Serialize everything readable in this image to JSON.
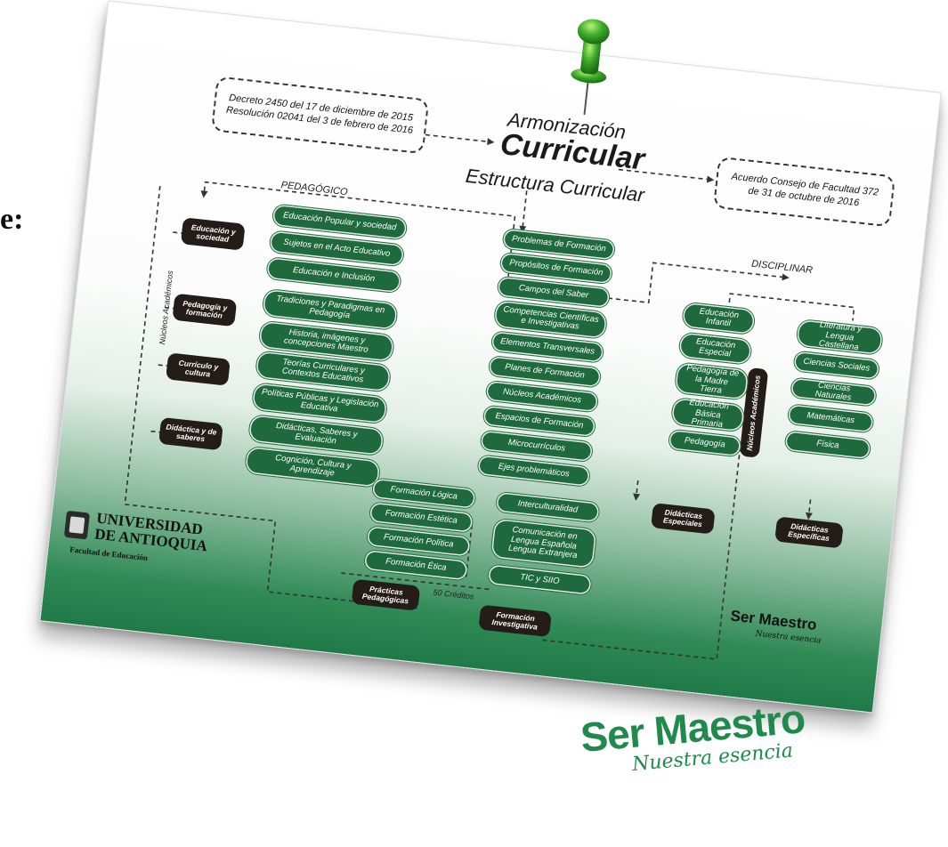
{
  "left_fragment": "e:",
  "header": {
    "decree_line1": "Decreto 2450 del 17 de diciembre de 2015",
    "decree_line2": "Resolución 02041 del 3 de febrero de 2016",
    "title_line1": "Armonización",
    "title_line2": "Curricular",
    "subtitle": "Estructura Curricular",
    "agreement_line1": "Acuerdo Consejo de Facultad 372",
    "agreement_line2": "de 31 de octubre de 2016"
  },
  "pedagogico": {
    "label": "PEDAGÓGICO",
    "side_label": "Núcleos Académicos",
    "groups": [
      {
        "label": "Educación y sociedad",
        "items": [
          "Educación Popular y sociedad",
          "Sujetos en el Acto Educativo",
          "Educación e Inclusión"
        ]
      },
      {
        "label": "Pedagogía y formación",
        "items": [
          "Tradiciones y Paradigmas en Pedagogía",
          "Historia, imágenes y concepciones Maestro"
        ]
      },
      {
        "label": "Currículo y cultura",
        "items": [
          "Teorías Curriculares y Contextos Educativos",
          "Políticas Públicas y Legislación Educativa"
        ]
      },
      {
        "label": "Didáctica y de saberes",
        "items": [
          "Didácticas, Saberes y Evaluación",
          "Cognición, Cultura y Aprendizaje"
        ]
      }
    ]
  },
  "center": {
    "items": [
      "Problemas de Formación",
      "Propósitos de Formación",
      "Campos del Saber",
      "Competencias Científicas e Investigativas",
      "Elementos Transversales",
      "Planes de Formación",
      "Núcleos Académicos",
      "Espacios de Formación",
      "Microcurrículos",
      "Ejes problemáticos"
    ]
  },
  "formaciones": [
    "Formación Lógica",
    "Formación Estética",
    "Formación Política",
    "Formación Ética"
  ],
  "transversales": [
    "Interculturalidad",
    "Comunicación en Lengua Española Lengua Extranjera",
    "TIC y SIIO"
  ],
  "bottom": {
    "practicas": "Prácticas Pedagógicas",
    "creditos": "50 Créditos",
    "investigativa": "Formación Investigativa"
  },
  "disciplinar": {
    "label": "DISCIPLINAR",
    "side_label": "Núcleos Académicos",
    "left_items": [
      "Educación Infantil",
      "Educación Especial",
      "Pedagogía de la Madre Tierra",
      "Educación Básica Primaria",
      "Pedagogía"
    ],
    "left_result": "Didácticas Especiales",
    "right_items": [
      "Literatura y Lengua Castellana",
      "Ciencias Sociales",
      "Ciencias Naturales",
      "Matemáticas",
      "Física"
    ],
    "right_result": "Didácticas Específicas"
  },
  "university": {
    "name_line1": "UNIVERSIDAD",
    "name_line2": "DE ANTIOQUIA",
    "faculty": "Facultad de Educación"
  },
  "brand_small": {
    "title": "Ser Maestro",
    "tagline": "Nuestra esencia"
  },
  "brand_large": {
    "title": "Ser Maestro",
    "tagline": "Nuestra esencia"
  },
  "colors": {
    "green": "#1e6a3c",
    "dark": "#241c18",
    "brand_green": "#1f8a4c"
  }
}
